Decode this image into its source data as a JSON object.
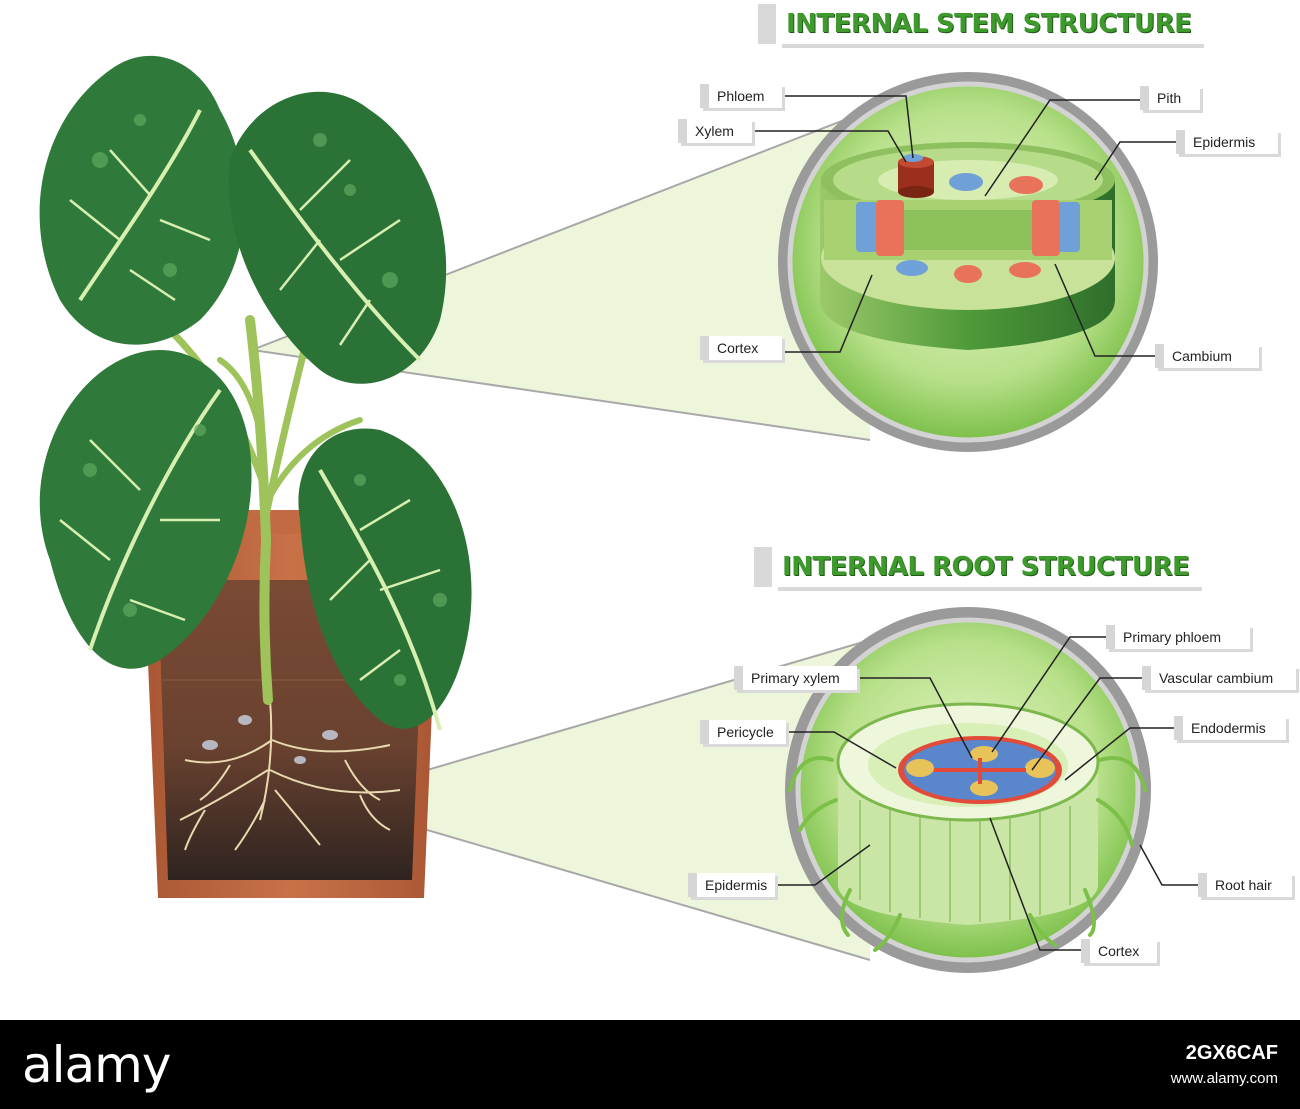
{
  "titles": {
    "stem": "INTERNAL STEM STRUCTURE",
    "root": "INTERNAL ROOT STRUCTURE"
  },
  "stem_labels": {
    "phloem": "Phloem",
    "xylem": "Xylem",
    "pith": "Pith",
    "epidermis": "Epidermis",
    "cortex": "Cortex",
    "cambium": "Cambium"
  },
  "root_labels": {
    "primary_phloem": "Primary phloem",
    "primary_xylem": "Primary xylem",
    "vascular_cambium": "Vascular cambium",
    "pericycle": "Pericycle",
    "endodermis": "Endodermis",
    "epidermis": "Epidermis",
    "root_hair": "Root hair",
    "cortex": "Cortex"
  },
  "footer": {
    "logo": "alamy",
    "image_id": "2GX6CAF",
    "url": "www.alamy.com"
  },
  "colors": {
    "title_green": "#3f9a2e",
    "leaf_dark": "#2f7a3a",
    "xylem_red": "#e8735a",
    "phloem_blue": "#6fa0d8",
    "pot": "#b7663f"
  }
}
